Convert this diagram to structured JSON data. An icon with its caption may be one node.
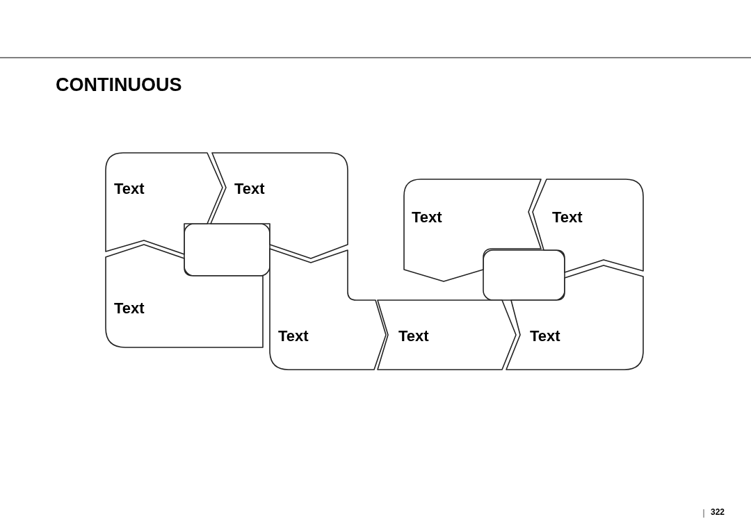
{
  "diagram": {
    "title": "CONTINUOUS",
    "nodes": [
      {
        "text": [
          "Text"
        ]
      },
      {
        "text": [
          "Text"
        ]
      },
      {
        "text": [
          "Text"
        ]
      },
      {
        "text": [
          "Text"
        ]
      },
      {
        "text": [],
        "shape": "box"
      },
      {
        "text": [],
        "shape": "box"
      },
      {
        "text": [
          "Text"
        ]
      },
      {
        "text": [
          "Text"
        ]
      },
      {
        "text": [
          "Text"
        ]
      },
      {
        "text": [
          "Text"
        ]
      }
    ],
    "labels": [
      "322"
    ]
  }
}
